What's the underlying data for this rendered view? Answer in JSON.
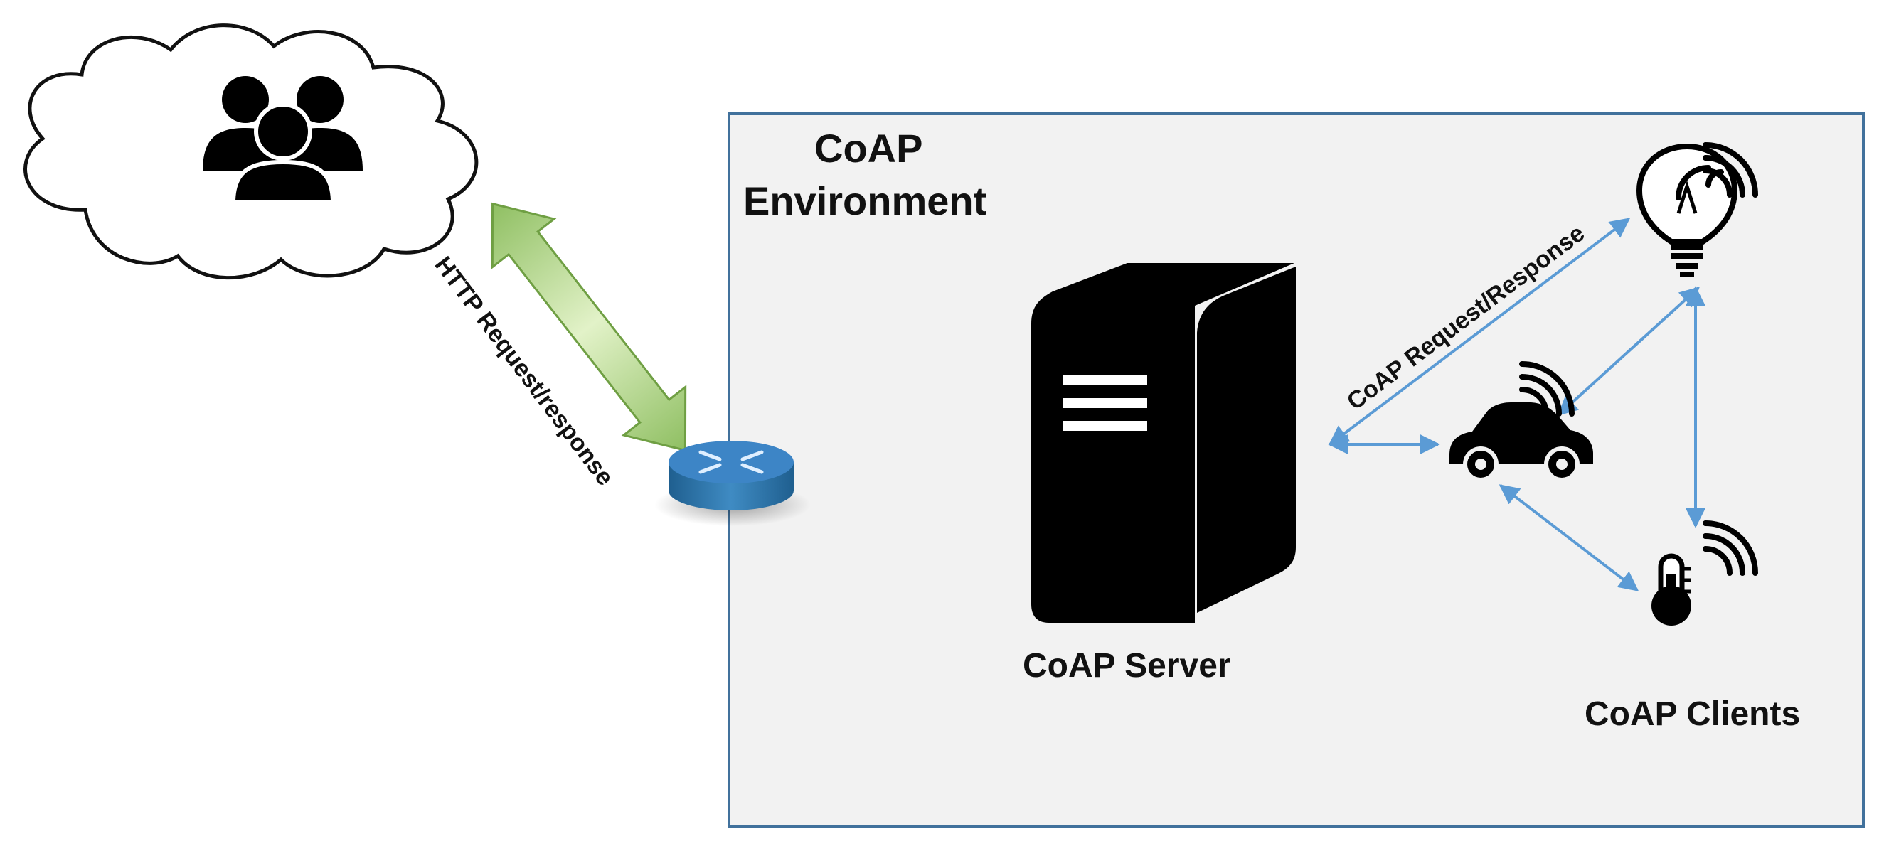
{
  "environment": {
    "title_line1": "CoAP",
    "title_line2": "Environment"
  },
  "labels": {
    "http_link": "HTTP Request/response",
    "coap_link": "CoAP Request/Response",
    "server": "CoAP Server",
    "clients": "CoAP Clients"
  },
  "nodes": {
    "users_cloud": "users-group-icon",
    "gateway": "router-icon",
    "server": "server-tower-icon",
    "client_bulb": "light-bulb-icon",
    "client_car": "car-icon",
    "client_sensor": "thermometer-icon"
  },
  "colors": {
    "environment_fill": "#f2f2f2",
    "environment_border": "#41719c",
    "coap_arrow": "#5b9bd5",
    "http_arrow": "#a9d18e",
    "router": "#2e75b6",
    "icon": "#000000"
  }
}
